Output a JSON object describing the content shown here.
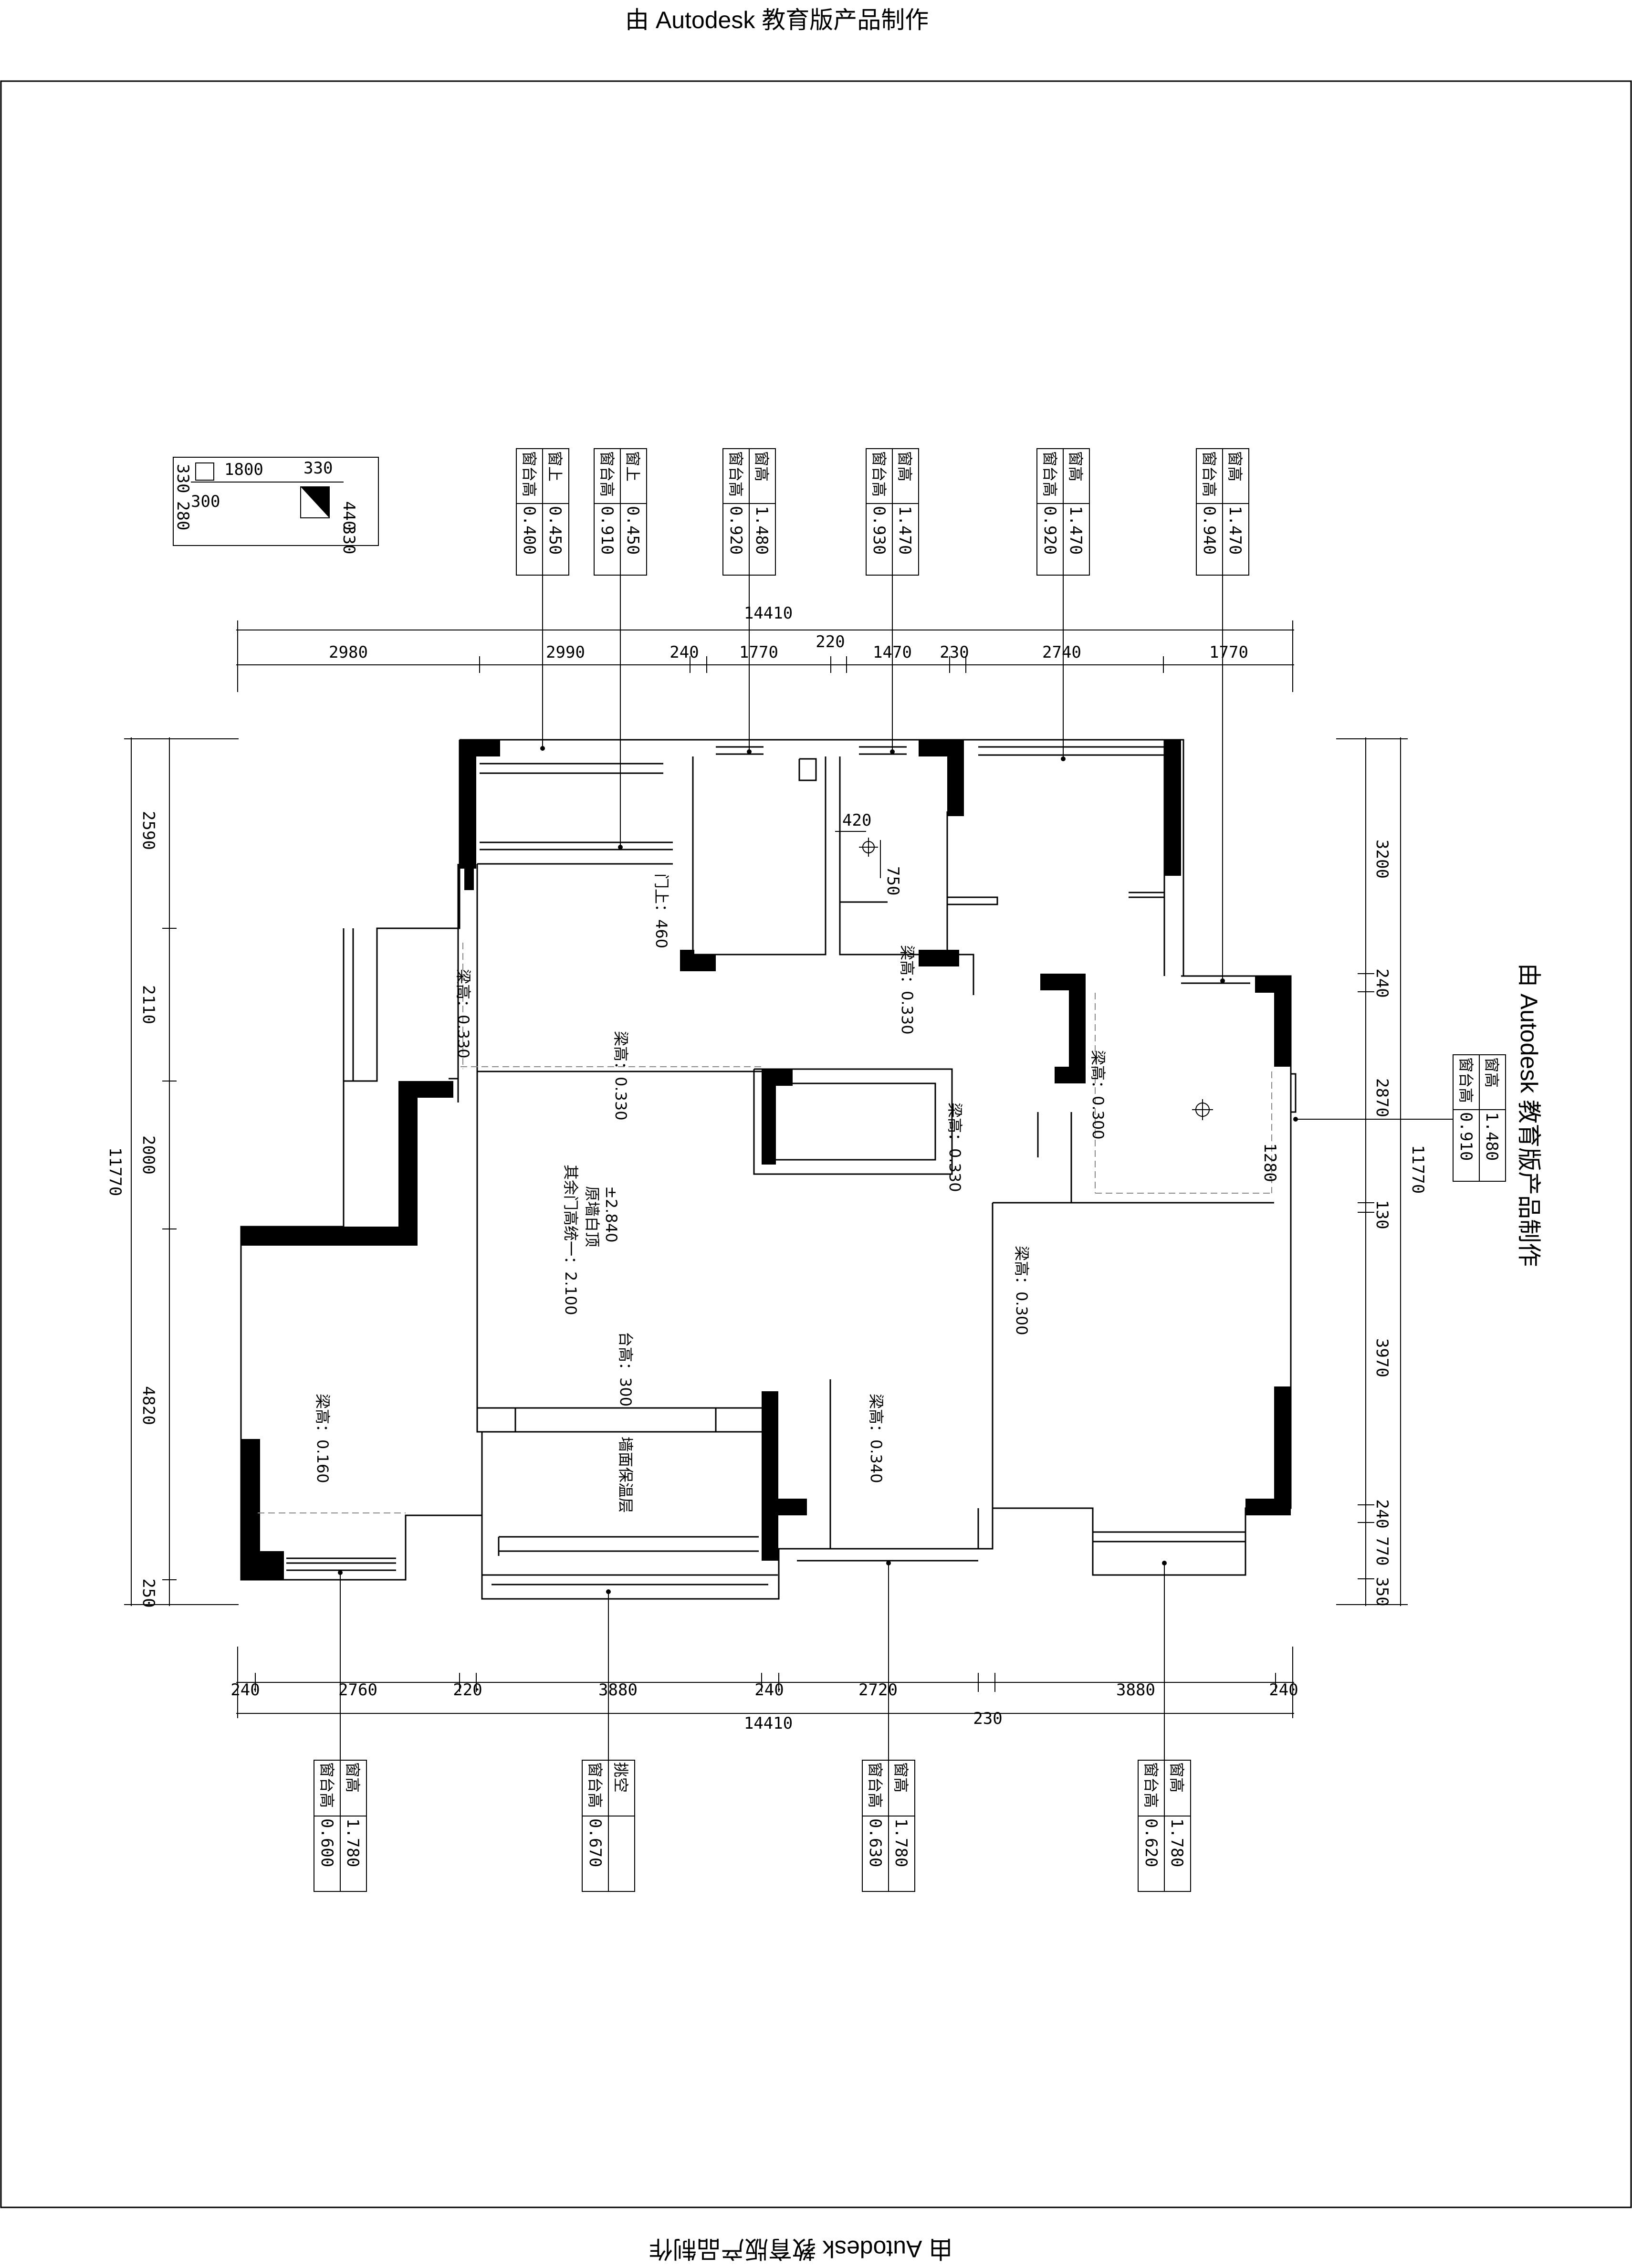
{
  "watermark": "由 Autodesk 教育版产品制作",
  "colors": {
    "line": "#000000",
    "fill": "#000000",
    "background": "#ffffff",
    "hidden": "#888888"
  },
  "top_total": "14410",
  "top_dims": [
    "2980",
    "2990",
    "240",
    "1770",
    "220",
    "1470",
    "230",
    "2740",
    "1770"
  ],
  "bottom_total": "14410",
  "bottom_extra": "230",
  "bottom_dims": [
    "240",
    "2760",
    "220",
    "3880",
    "240",
    "2720",
    "3880",
    "240"
  ],
  "left_total": "11770",
  "left_dims": [
    "2590",
    "2110",
    "2000",
    "4820",
    "250"
  ],
  "right_total": "11770",
  "right_dims": [
    "3200",
    "240",
    "2870",
    "130",
    "3970",
    "240",
    "770",
    "350"
  ],
  "window_tags_top": [
    {
      "r1": "窗上",
      "v1": "0.450",
      "r2": "窗台高",
      "v2": "0.400"
    },
    {
      "r1": "窗上",
      "v1": "0.450",
      "r2": "窗台高",
      "v2": "0.910"
    },
    {
      "r1": "窗高",
      "v1": "1.480",
      "r2": "窗台高",
      "v2": "0.920"
    },
    {
      "r1": "窗高",
      "v1": "1.470",
      "r2": "窗台高",
      "v2": "0.930"
    },
    {
      "r1": "窗高",
      "v1": "1.470",
      "r2": "窗台高",
      "v2": "0.920"
    },
    {
      "r1": "窗高",
      "v1": "1.470",
      "r2": "窗台高",
      "v2": "0.940"
    }
  ],
  "window_tags_bottom": [
    {
      "r1": "窗高",
      "v1": "1.780",
      "r2": "窗台高",
      "v2": "0.600"
    },
    {
      "r1": "挑空",
      "v1": "",
      "r2": "窗台高",
      "v2": "0.670"
    },
    {
      "r1": "窗高",
      "v1": "1.780",
      "r2": "窗台高",
      "v2": "0.630"
    },
    {
      "r1": "窗高",
      "v1": "1.780",
      "r2": "窗台高",
      "v2": "0.620"
    }
  ],
  "window_tag_right": {
    "r1": "窗高",
    "v1": "1.480",
    "r2": "窗台高",
    "v2": "0.910"
  },
  "annotations": {
    "beam_a": "梁高：0.330",
    "beam_b": "梁高：0.330",
    "beam_c": "梁高：0.330",
    "beam_d": "梁高：0.330",
    "beam_e": "梁高：0.300",
    "beam_f": "梁高：0.300",
    "beam_g": "梁高：0.340",
    "beam_h": "梁高：0.160",
    "door_top": "门上：460",
    "ceiling_level": "±2.840",
    "ceiling_note": "原墙白顶",
    "door_height_note": "其余门高统一：2.100",
    "platform_height": "台高：300",
    "wall_insulation": "墙面保温层",
    "dim_420": "420",
    "dim_750": "750",
    "dim_1280": "1280"
  },
  "legend": {
    "a": "1800",
    "b": "330",
    "c": "300",
    "d": "440",
    "e": "330",
    "f": "330",
    "g": "280"
  }
}
